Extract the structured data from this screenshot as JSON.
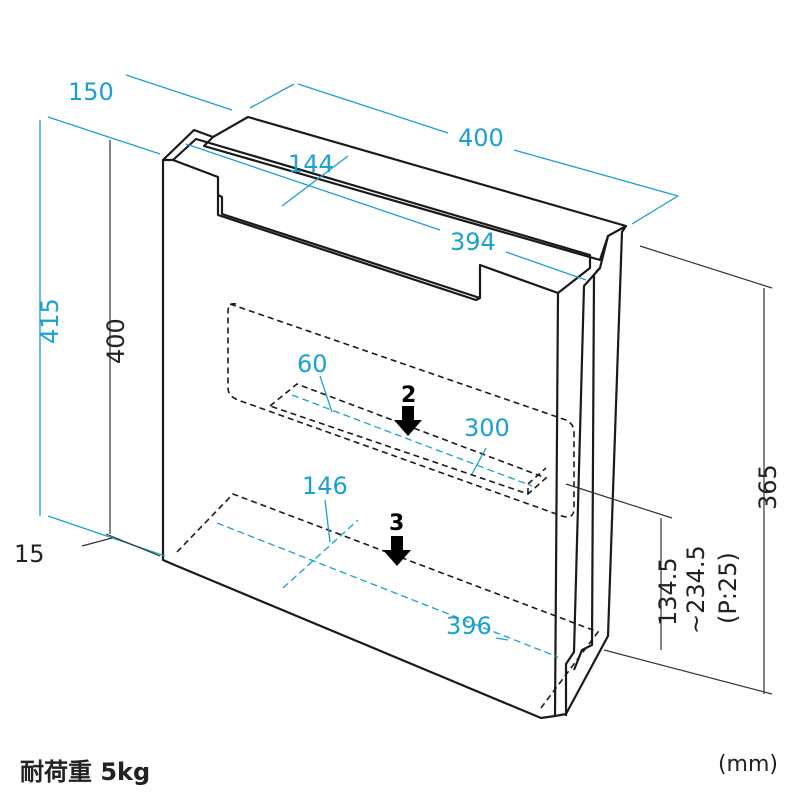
{
  "colors": {
    "dimension": "#1aa0d2",
    "outline": "#1a1a1a",
    "leader": "#333333"
  },
  "dimensions": {
    "depth": "150",
    "width": "400",
    "inner_depth": "144",
    "inner_width": "394",
    "total_height": "415",
    "body_height": "400",
    "foot_height": "15",
    "slot_depth": "60",
    "slot_width": "300",
    "base_depth": "146",
    "base_width": "396",
    "right_height": "365",
    "adjust_range_start": "134.5",
    "adjust_range_end": "~234.5",
    "adjust_pitch": "(P:25)"
  },
  "markers": {
    "shelf_2": "2",
    "shelf_3": "3"
  },
  "footer": {
    "load_capacity": "耐荷重 5kg",
    "unit": "(mm)"
  }
}
